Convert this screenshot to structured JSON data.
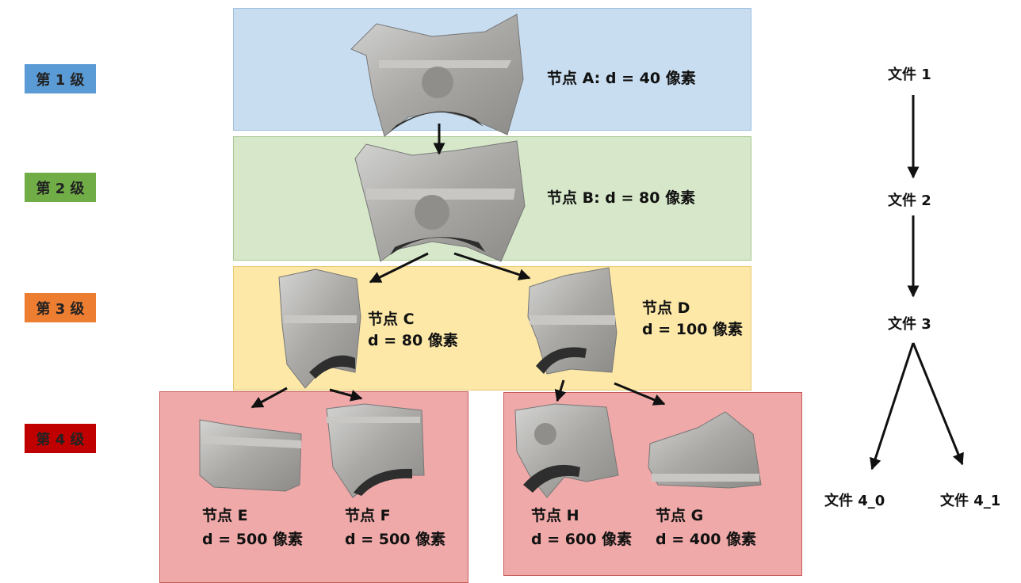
{
  "levels": [
    {
      "label": "第 1 级",
      "color": "#5b9bd5"
    },
    {
      "label": "第 2 级",
      "color": "#70ad47"
    },
    {
      "label": "第 3 级",
      "color": "#ed7d31"
    },
    {
      "label": "第 4 级",
      "color": "#c00000"
    }
  ],
  "panels": {
    "level1_bg": "#c9ddf1",
    "level2_bg": "#d6e8c9",
    "level3_bg": "#fde8a8",
    "level4_bg": "#f0a9a9"
  },
  "nodes": {
    "a": {
      "line1": "节点 A: d = 40 像素"
    },
    "b": {
      "line1": "节点 B: d = 80 像素"
    },
    "c": {
      "line1": "节点 C",
      "line2": "d = 80 像素"
    },
    "d": {
      "line1": "节点 D",
      "line2": "d = 100 像素"
    },
    "e": {
      "line1": "节点 E",
      "line2": "d = 500 像素"
    },
    "f": {
      "line1": "节点 F",
      "line2": "d = 500 像素"
    },
    "h": {
      "line1": "节点 H",
      "line2": "d = 600 像素"
    },
    "g": {
      "line1": "节点 G",
      "line2": "d = 400 像素"
    }
  },
  "files": {
    "f1": "文件 1",
    "f2": "文件 2",
    "f3": "文件 3",
    "f40": "文件 4_0",
    "f41": "文件 4_1"
  }
}
